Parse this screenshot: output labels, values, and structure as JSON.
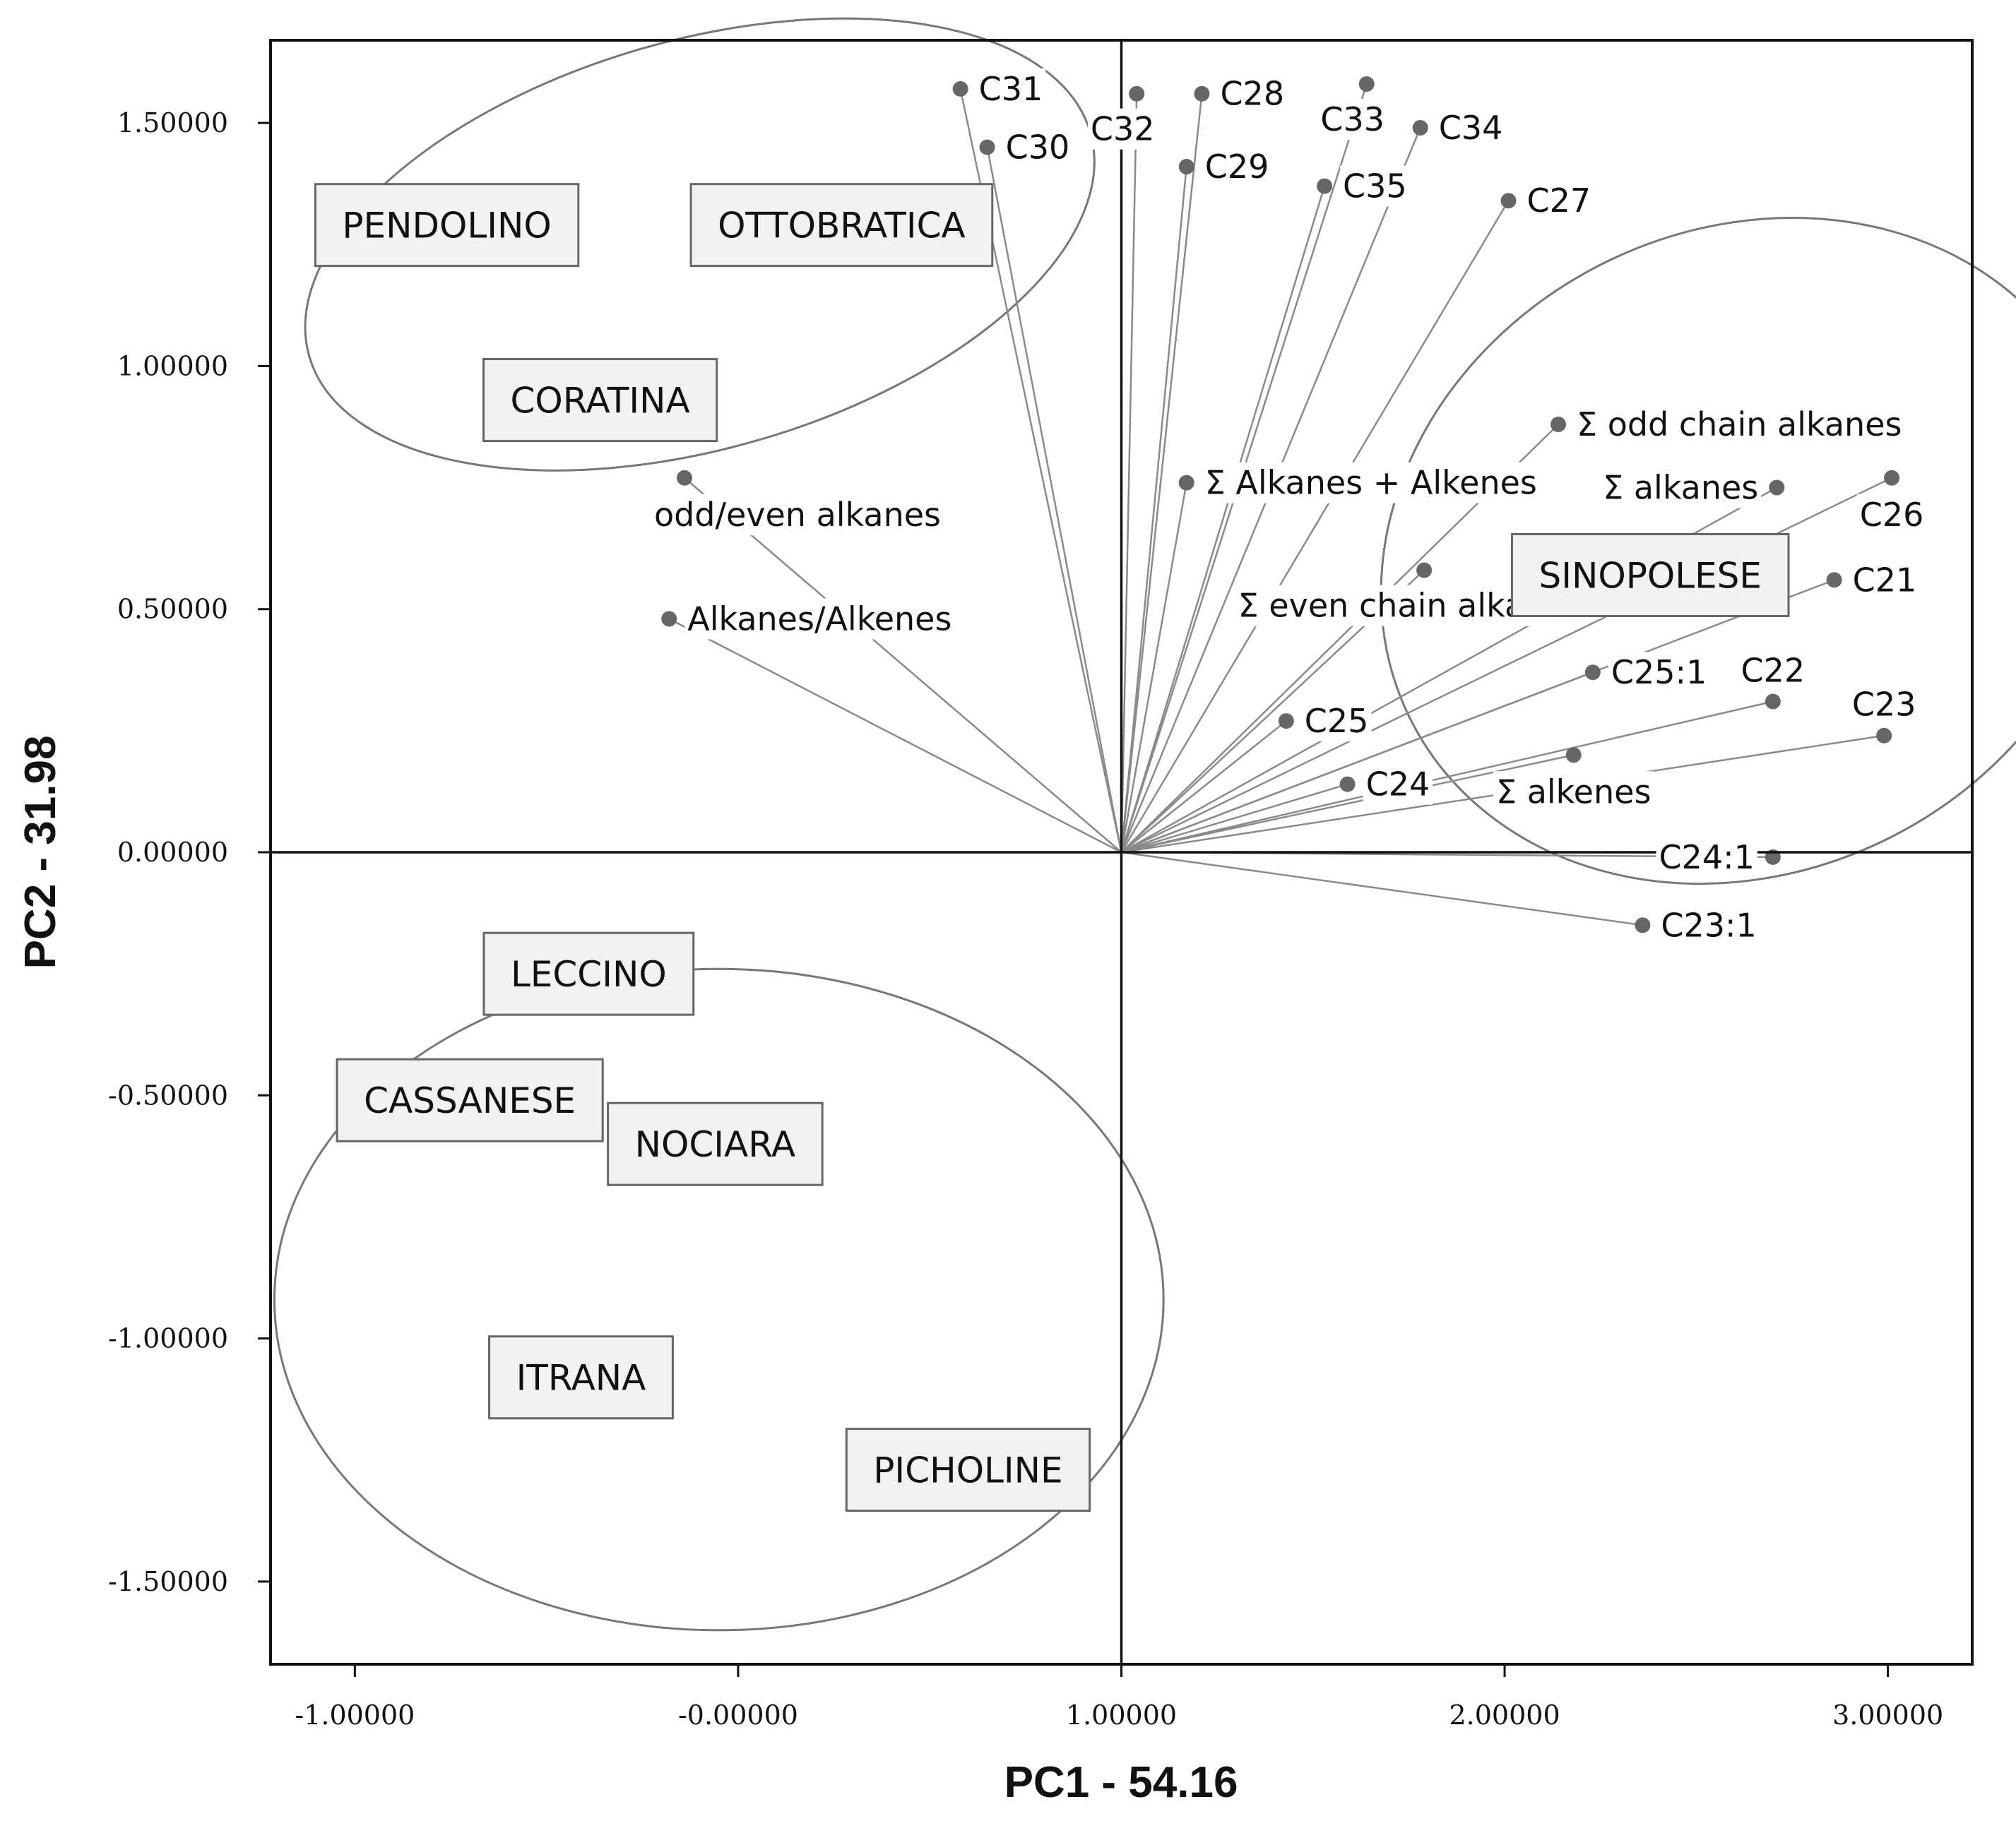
{
  "chart_data": {
    "type": "scatter",
    "subtype": "pca-biplot",
    "xlabel": "PC1 - 54.16",
    "ylabel": "PC2 - 31.98",
    "xlim": [
      -1.22,
      3.22
    ],
    "ylim": [
      -1.67,
      1.67
    ],
    "x_ticks": [
      {
        "value": -1.0,
        "label": "-1.00000"
      },
      {
        "value": 0.0,
        "label": "-0.00000"
      },
      {
        "value": 1.0,
        "label": "1.00000"
      },
      {
        "value": 2.0,
        "label": "2.00000"
      },
      {
        "value": 3.0,
        "label": "3.00000"
      }
    ],
    "y_ticks": [
      {
        "value": 1.5,
        "label": "1.50000"
      },
      {
        "value": 1.0,
        "label": "1.00000"
      },
      {
        "value": 0.5,
        "label": "0.50000"
      },
      {
        "value": 0.0,
        "label": "0.00000"
      },
      {
        "value": -0.5,
        "label": "-0.50000"
      },
      {
        "value": -1.0,
        "label": "-1.00000"
      },
      {
        "value": -1.5,
        "label": "-1.50000"
      }
    ],
    "vector_origin": [
      1.0,
      0.0
    ],
    "variables": [
      {
        "label": "C31",
        "x": 0.58,
        "y": 1.57,
        "anchor": "right"
      },
      {
        "label": "C30",
        "x": 0.65,
        "y": 1.45,
        "anchor": "right"
      },
      {
        "label": "C32",
        "x": 1.04,
        "y": 1.56,
        "anchor": "below-left"
      },
      {
        "label": "C28",
        "x": 1.21,
        "y": 1.56,
        "anchor": "right"
      },
      {
        "label": "C29",
        "x": 1.17,
        "y": 1.41,
        "anchor": "right"
      },
      {
        "label": "C33",
        "x": 1.64,
        "y": 1.58,
        "anchor": "below-left"
      },
      {
        "label": "C34",
        "x": 1.78,
        "y": 1.49,
        "anchor": "right"
      },
      {
        "label": "C35",
        "x": 1.53,
        "y": 1.37,
        "anchor": "right"
      },
      {
        "label": "C27",
        "x": 2.01,
        "y": 1.34,
        "anchor": "right"
      },
      {
        "label": "Σ odd chain alkanes",
        "x": 2.14,
        "y": 0.88,
        "anchor": "right"
      },
      {
        "label": "Σ Alkanes + Alkenes",
        "x": 1.17,
        "y": 0.76,
        "anchor": "right"
      },
      {
        "label": "Σ alkanes",
        "x": 2.71,
        "y": 0.75,
        "anchor": "left"
      },
      {
        "label": "C26",
        "x": 3.01,
        "y": 0.77,
        "anchor": "below"
      },
      {
        "label": "Σ even chain alkanes",
        "x": 1.79,
        "y": 0.58,
        "anchor": "below-left"
      },
      {
        "label": "C21",
        "x": 2.86,
        "y": 0.56,
        "anchor": "right"
      },
      {
        "label": "C25:1",
        "x": 2.23,
        "y": 0.37,
        "anchor": "right"
      },
      {
        "label": "C22",
        "x": 2.7,
        "y": 0.31,
        "anchor": "above"
      },
      {
        "label": "C23",
        "x": 2.99,
        "y": 0.24,
        "anchor": "above"
      },
      {
        "label": "C25",
        "x": 1.43,
        "y": 0.27,
        "anchor": "right"
      },
      {
        "label": "Σ alkenes",
        "x": 2.18,
        "y": 0.2,
        "anchor": "below"
      },
      {
        "label": "C24",
        "x": 1.59,
        "y": 0.14,
        "anchor": "right"
      },
      {
        "label": "C24:1",
        "x": 2.7,
        "y": -0.01,
        "anchor": "left"
      },
      {
        "label": "C23:1",
        "x": 2.36,
        "y": -0.15,
        "anchor": "right"
      },
      {
        "label": "odd/even alkanes",
        "x": -0.14,
        "y": 0.77,
        "anchor": "below"
      },
      {
        "label": "Alkanes/Alkenes",
        "x": -0.18,
        "y": 0.48,
        "anchor": "right"
      }
    ],
    "cultivars": [
      {
        "label": "PENDOLINO",
        "x": -0.76,
        "y": 1.29
      },
      {
        "label": "OTTOBRATICA",
        "x": 0.27,
        "y": 1.29
      },
      {
        "label": "CORATINA",
        "x": -0.36,
        "y": 0.93
      },
      {
        "label": "SINOPOLESE",
        "x": 2.38,
        "y": 0.57
      },
      {
        "label": "LECCINO",
        "x": -0.39,
        "y": -0.25
      },
      {
        "label": "CASSANESE",
        "x": -0.7,
        "y": -0.51
      },
      {
        "label": "NOCIARA",
        "x": -0.06,
        "y": -0.6
      },
      {
        "label": "ITRANA",
        "x": -0.41,
        "y": -1.08
      },
      {
        "label": "PICHOLINE",
        "x": 0.6,
        "y": -1.27
      }
    ],
    "groups": [
      {
        "name": "top-left",
        "cx": -0.1,
        "cy": 1.25,
        "rx": 1.06,
        "ry": 0.42,
        "rotate": -16
      },
      {
        "name": "right",
        "cx": 2.63,
        "cy": 0.62,
        "rx": 0.98,
        "ry": 0.66,
        "rotate": -27
      },
      {
        "name": "bottom-left",
        "cx": -0.05,
        "cy": -0.92,
        "rx": 1.16,
        "ry": 0.68,
        "rotate": 0
      }
    ],
    "grid": false,
    "legend": "none"
  }
}
